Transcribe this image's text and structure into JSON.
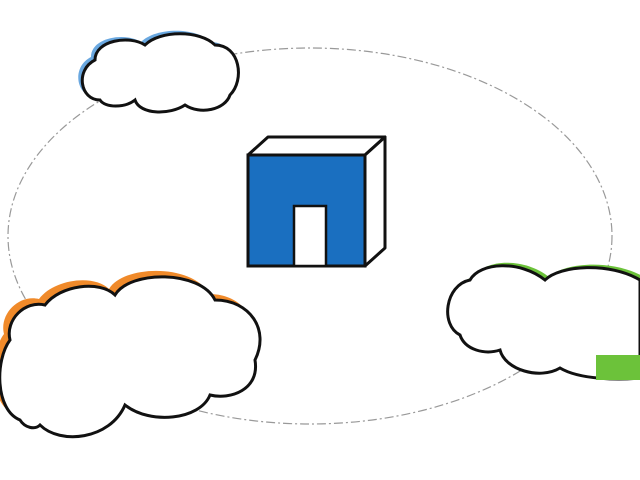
{
  "colors": {
    "background": "#ffffff",
    "outline": "#111111",
    "logo_blue": "#1a6fc0",
    "cloud_blue": "#6aa8e0",
    "cloud_orange": "#f08a2a",
    "cloud_green": "#6cc23a",
    "orbit_line": "#999999"
  },
  "icons": [
    "netapp-logo-cube",
    "cloud-blue",
    "cloud-orange",
    "cloud-green",
    "dashed-orbit-ellipse"
  ]
}
